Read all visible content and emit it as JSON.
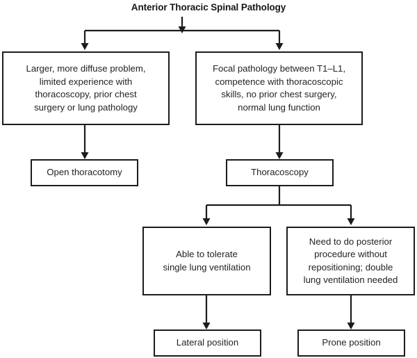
{
  "diagram": {
    "title": "Anterior Thoracic Spinal Pathology",
    "nodes": {
      "left_criteria": "Larger, more diffuse problem,\nlimited experience with\nthoracoscopy, prior chest\nsurgery or lung pathology",
      "right_criteria": "Focal pathology between T1–L1,\ncompetence with thoracoscopic\nskills, no prior chest surgery,\nnormal lung function",
      "open_thoracotomy": "Open thoracotomy",
      "thoracoscopy": "Thoracoscopy",
      "single_lung": "Able to tolerate\nsingle lung ventilation",
      "double_lung": "Need to do posterior\nprocedure without\nrepositioning; double\nlung ventilation needed",
      "lateral_position": "Lateral position",
      "prone_position": "Prone position"
    },
    "colors": {
      "stroke": "#1c1c1c",
      "text": "#232323",
      "background": "#ffffff"
    }
  }
}
